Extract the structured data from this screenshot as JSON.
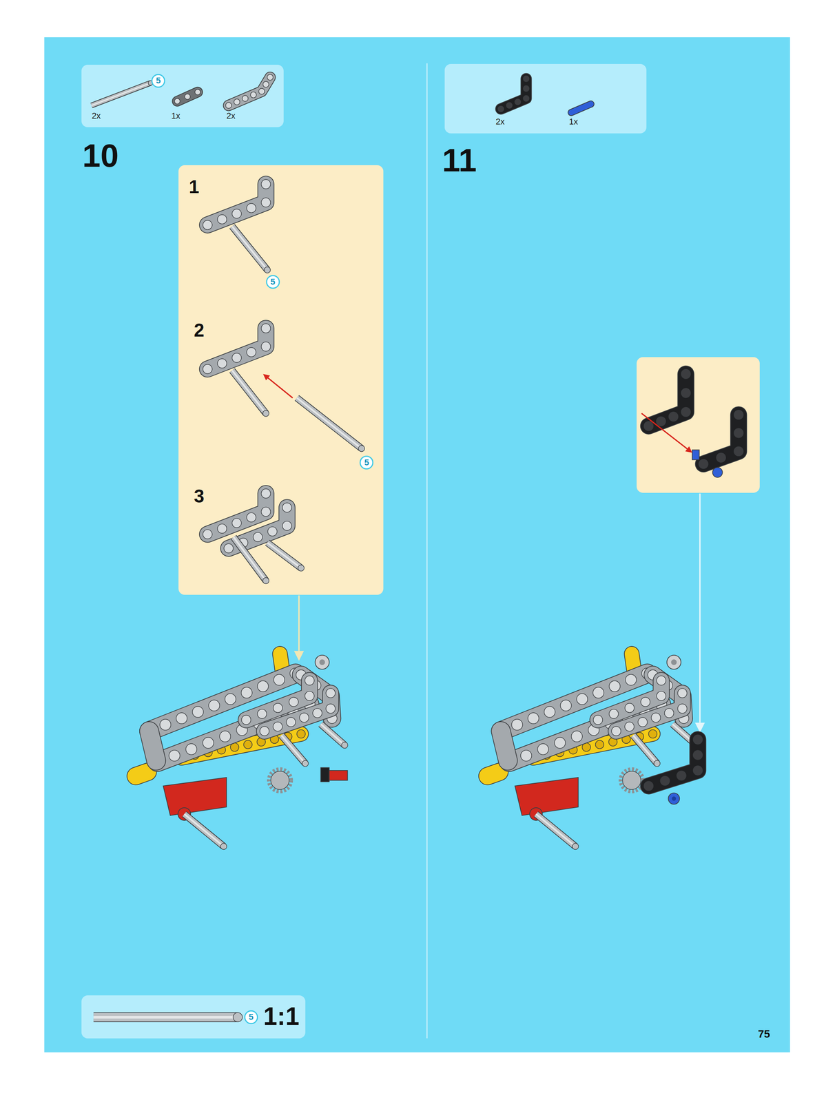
{
  "diagram": {
    "nodes": [
      {
        "text": [
          "5",
          "2x",
          "1x",
          "2x"
        ]
      },
      {
        "text": [
          "1",
          "5",
          "2",
          "5",
          "3"
        ]
      },
      {
        "text": [
          "2x",
          "1x"
        ]
      },
      {
        "text": [
          "5",
          "1:1"
        ]
      }
    ],
    "labels": [
      "10",
      "11",
      "75"
    ]
  }
}
